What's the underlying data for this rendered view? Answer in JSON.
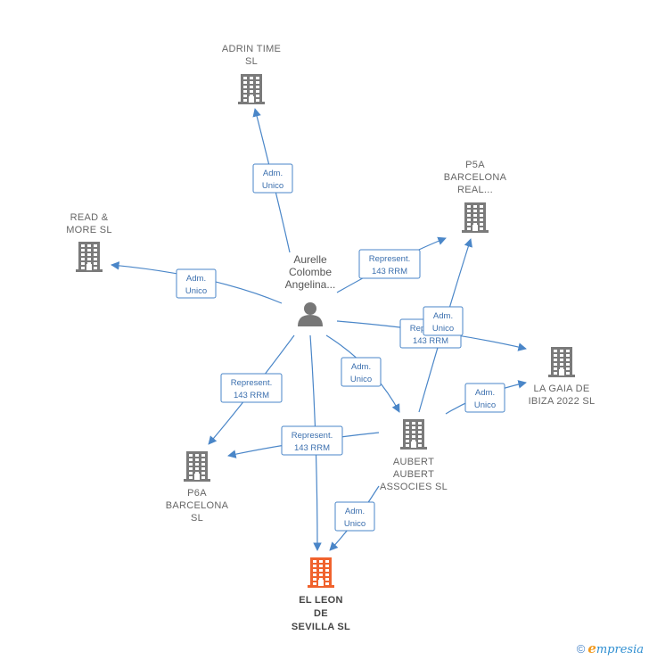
{
  "person": {
    "lines": [
      "Aurelle",
      "Colombe",
      "Angelina..."
    ]
  },
  "companies": [
    {
      "id": "adrin",
      "lines": [
        "ADRIN TIME",
        "SL"
      ]
    },
    {
      "id": "read",
      "lines": [
        "READ &",
        "MORE  SL"
      ]
    },
    {
      "id": "p5a",
      "lines": [
        "P5A",
        "BARCELONA",
        "REAL..."
      ]
    },
    {
      "id": "lagaia",
      "lines": [
        "LA GAIA DE",
        "IBIZA 2022  SL"
      ]
    },
    {
      "id": "aubert",
      "lines": [
        "AUBERT",
        "AUBERT",
        "ASSOCIES SL"
      ]
    },
    {
      "id": "p6a",
      "lines": [
        "P6A",
        "BARCELONA",
        "SL"
      ]
    },
    {
      "id": "leon",
      "lines": [
        "EL LEON",
        "DE",
        "SEVILLA  SL"
      ],
      "focus": true
    }
  ],
  "edges": [
    {
      "id": "e-adrin",
      "lines": [
        "Adm.",
        "Unico"
      ]
    },
    {
      "id": "e-read",
      "lines": [
        "Adm.",
        "Unico"
      ]
    },
    {
      "id": "e-p5a",
      "lines": [
        "Represent.",
        "143 RRM"
      ]
    },
    {
      "id": "e-lagaia",
      "lines": [
        "Represent.",
        "143 RRM"
      ]
    },
    {
      "id": "e-aubert-p5a",
      "lines": [
        "Adm.",
        "Unico"
      ]
    },
    {
      "id": "e-aubert",
      "lines": [
        "Adm.",
        "Unico"
      ]
    },
    {
      "id": "e-p6a",
      "lines": [
        "Represent.",
        "143 RRM"
      ]
    },
    {
      "id": "e-aubert-p6a",
      "lines": [
        "Represent.",
        "143 RRM"
      ]
    },
    {
      "id": "e-aubert-lagaia",
      "lines": [
        "Adm.",
        "Unico"
      ]
    },
    {
      "id": "e-aubert-leon",
      "lines": [
        "Adm.",
        "Unico"
      ]
    }
  ],
  "colors": {
    "company": "#7a7a7a",
    "focus": "#f0622d",
    "edge": "#4a86c8",
    "person": "#777777"
  },
  "footer": {
    "copyright": "©",
    "brand_initial": "e",
    "brand_rest": "mpresia"
  }
}
